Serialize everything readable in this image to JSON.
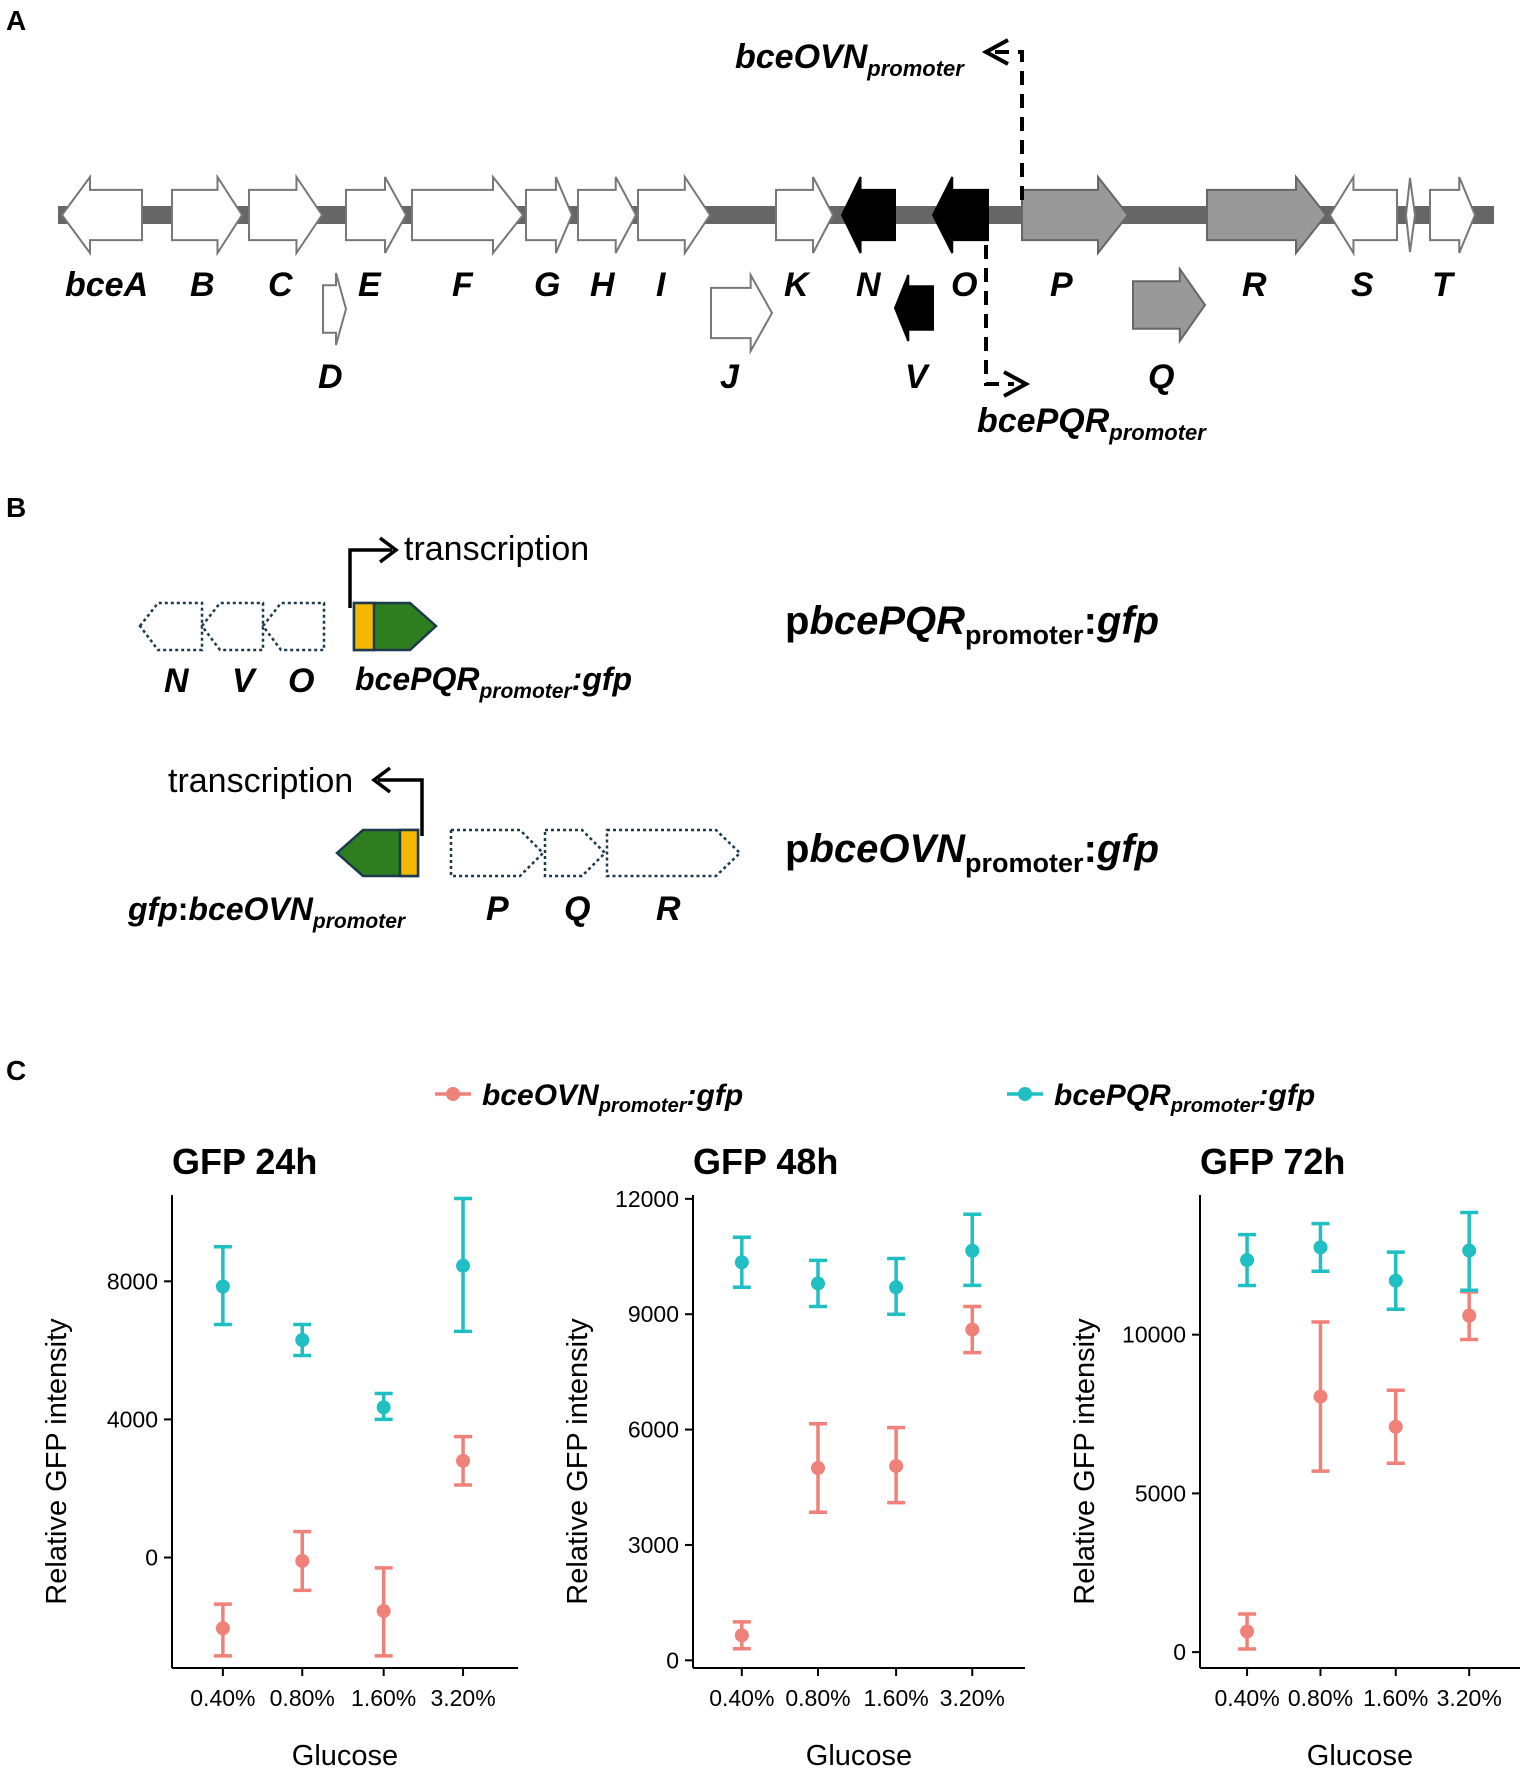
{
  "panels": {
    "a_letter": "A",
    "b_letter": "B",
    "c_letter": "C"
  },
  "panel_a": {
    "genes": [
      {
        "label": "bceA",
        "color": "#ffffff"
      },
      {
        "label": "B",
        "color": "#ffffff"
      },
      {
        "label": "C",
        "color": "#ffffff"
      },
      {
        "label": "D",
        "color": "#ffffff"
      },
      {
        "label": "E",
        "color": "#ffffff"
      },
      {
        "label": "F",
        "color": "#ffffff"
      },
      {
        "label": "G",
        "color": "#ffffff"
      },
      {
        "label": "H",
        "color": "#ffffff"
      },
      {
        "label": "I",
        "color": "#ffffff"
      },
      {
        "label": "J",
        "color": "#ffffff"
      },
      {
        "label": "K",
        "color": "#ffffff"
      },
      {
        "label": "N",
        "color": "#000000"
      },
      {
        "label": "V",
        "color": "#000000"
      },
      {
        "label": "O",
        "color": "#000000"
      },
      {
        "label": "P",
        "color": "#999999"
      },
      {
        "label": "Q",
        "color": "#999999"
      },
      {
        "label": "R",
        "color": "#999999"
      },
      {
        "label": "S",
        "color": "#ffffff"
      },
      {
        "label": "T",
        "color": "#ffffff"
      }
    ],
    "promoter_ovn": {
      "main": "bceOVN",
      "sub": "promoter"
    },
    "promoter_pqr": {
      "main": "bcePQR",
      "sub": "promoter"
    }
  },
  "panel_b": {
    "construct1": {
      "transcription": "transcription",
      "labels": [
        "N",
        "V",
        "O"
      ],
      "gene_main": "bcePQR",
      "gene_sub": "promoter",
      "gene_suffix": ":gfp",
      "name_prefix": "p",
      "name_main": "bcePQR",
      "name_sub": "promoter",
      "name_sep": ":",
      "name_gfp": "gfp"
    },
    "construct2": {
      "transcription": "transcription",
      "labels": [
        "P",
        "Q",
        "R"
      ],
      "gene_prefix": "gfp",
      "gene_sep": ":",
      "gene_main": "bceOVN",
      "gene_sub": "promoter",
      "name_prefix": "p",
      "name_main": "bceOVN",
      "name_sub": "promoter",
      "name_sep": ":",
      "name_gfp": "gfp"
    },
    "colors": {
      "gfp": "#2e7d1f",
      "promoter_box": "#f5b800",
      "outline": "#1b3a4b"
    }
  },
  "legend": {
    "items": [
      {
        "main": "bceOVN",
        "sub": "promoter",
        "suffix": ":gfp",
        "color": "#f08178"
      },
      {
        "main": "bcePQR",
        "sub": "promoter",
        "suffix": ":gfp",
        "color": "#1fbfc3"
      }
    ]
  },
  "chart_data": [
    {
      "type": "scatter",
      "title": "GFP 24h",
      "xlabel": "Glucose",
      "ylabel": "Relative GFP intensity",
      "categories": [
        "0.40%",
        "0.80%",
        "1.60%",
        "3.20%"
      ],
      "ylim": [
        -3200,
        10500
      ],
      "yticks": [
        0,
        4000,
        8000
      ],
      "series": [
        {
          "name": "bceOVNpromoter:gfp",
          "color": "#f08178",
          "values": [
            -2050,
            -100,
            -1550,
            2800
          ],
          "lower": [
            -2850,
            -950,
            -2850,
            2100
          ],
          "upper": [
            -1350,
            750,
            -300,
            3500
          ]
        },
        {
          "name": "bcePQRpromoter:gfp",
          "color": "#1fbfc3",
          "values": [
            7850,
            6300,
            4350,
            8450
          ],
          "lower": [
            6750,
            5850,
            4000,
            6550
          ],
          "upper": [
            9000,
            6750,
            4750,
            10400
          ]
        }
      ]
    },
    {
      "type": "scatter",
      "title": "GFP 48h",
      "xlabel": "Glucose",
      "ylabel": "Relative GFP intensity",
      "categories": [
        "0.40%",
        "0.80%",
        "1.60%",
        "3.20%"
      ],
      "ylim": [
        -200,
        12100
      ],
      "yticks": [
        0,
        3000,
        6000,
        9000,
        12000
      ],
      "series": [
        {
          "name": "bceOVNpromoter:gfp",
          "color": "#f08178",
          "values": [
            650,
            5000,
            5050,
            8600
          ],
          "lower": [
            300,
            3850,
            4100,
            8000
          ],
          "upper": [
            1000,
            6150,
            6050,
            9200
          ]
        },
        {
          "name": "bcePQRpromoter:gfp",
          "color": "#1fbfc3",
          "values": [
            10350,
            9800,
            9700,
            10650
          ],
          "lower": [
            9700,
            9200,
            9000,
            9750
          ],
          "upper": [
            11000,
            10400,
            10450,
            11600
          ]
        }
      ]
    },
    {
      "type": "scatter",
      "title": "GFP 72h",
      "xlabel": "Glucose",
      "ylabel": "Relative GFP intensity",
      "categories": [
        "0.40%",
        "0.80%",
        "1.60%",
        "3.20%"
      ],
      "ylim": [
        -500,
        14400
      ],
      "yticks": [
        0,
        5000,
        10000
      ],
      "series": [
        {
          "name": "bceOVNpromoter:gfp",
          "color": "#f08178",
          "values": [
            650,
            8050,
            7100,
            10600
          ],
          "lower": [
            100,
            5700,
            5950,
            9850
          ],
          "upper": [
            1200,
            10400,
            8250,
            11350
          ]
        },
        {
          "name": "bcePQRpromoter:gfp",
          "color": "#1fbfc3",
          "values": [
            12350,
            12750,
            11700,
            12650
          ],
          "lower": [
            11550,
            12000,
            10800,
            11400
          ],
          "upper": [
            13150,
            13500,
            12600,
            13850
          ]
        }
      ]
    }
  ]
}
